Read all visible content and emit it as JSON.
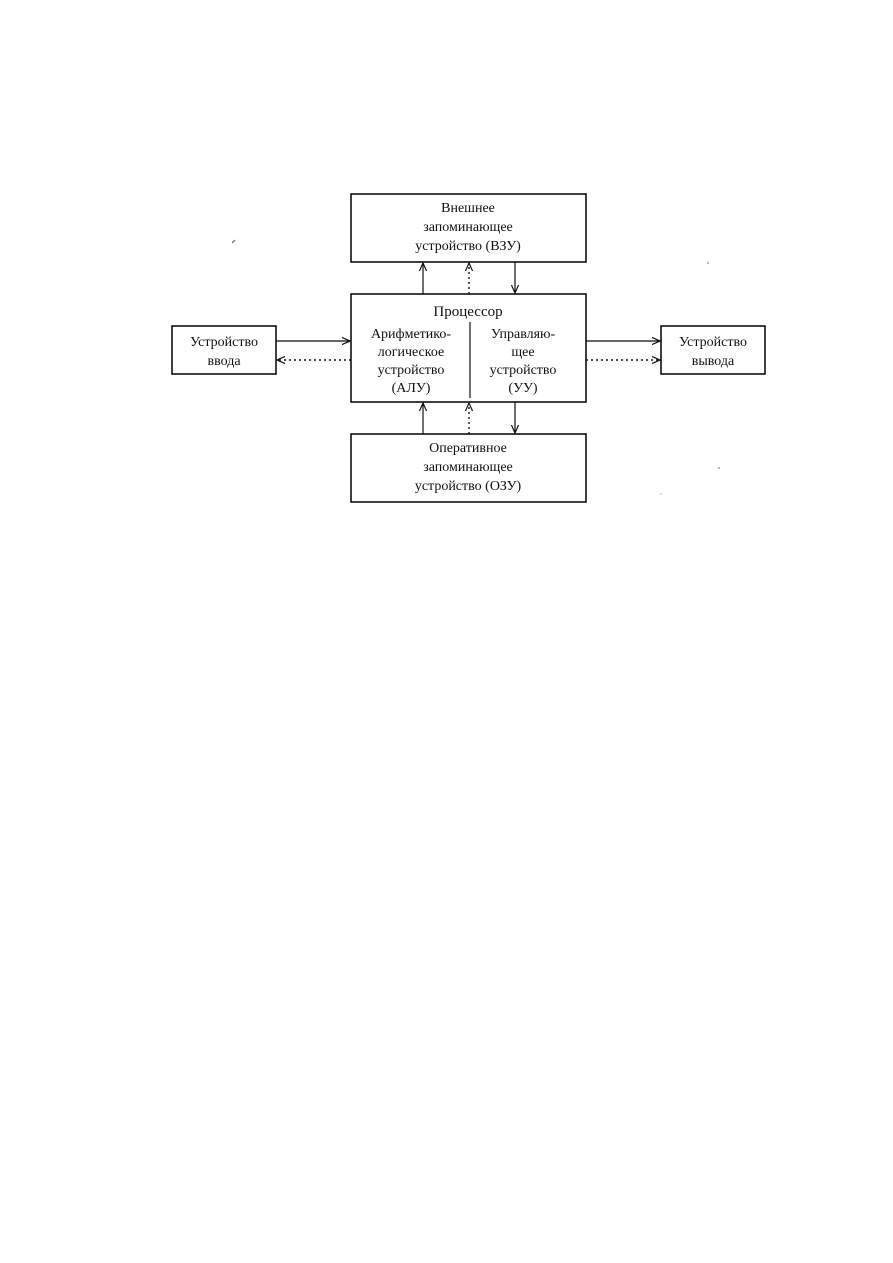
{
  "diagram": {
    "external_memory": {
      "lines": [
        "Внешнее",
        "запоминающее",
        "устройство (ВЗУ)"
      ]
    },
    "processor": {
      "title": "Процессор",
      "alu": {
        "lines": [
          "Арифметико-",
          "логическое",
          "устройство",
          "(АЛУ)"
        ]
      },
      "control_unit": {
        "lines": [
          "Управляю-",
          "щее",
          "устройство",
          "(УУ)"
        ]
      }
    },
    "input_device": {
      "lines": [
        "Устройство",
        "ввода"
      ]
    },
    "output_device": {
      "lines": [
        "Устройство",
        "вывода"
      ]
    },
    "ram": {
      "lines": [
        "Оперативное",
        "запоминающее",
        "устройство (ОЗУ)"
      ]
    }
  },
  "legend_styles": {
    "data_flow": "solid",
    "control_flow": "dotted"
  },
  "colors": {
    "ink": "#111111",
    "background": "#ffffff"
  }
}
